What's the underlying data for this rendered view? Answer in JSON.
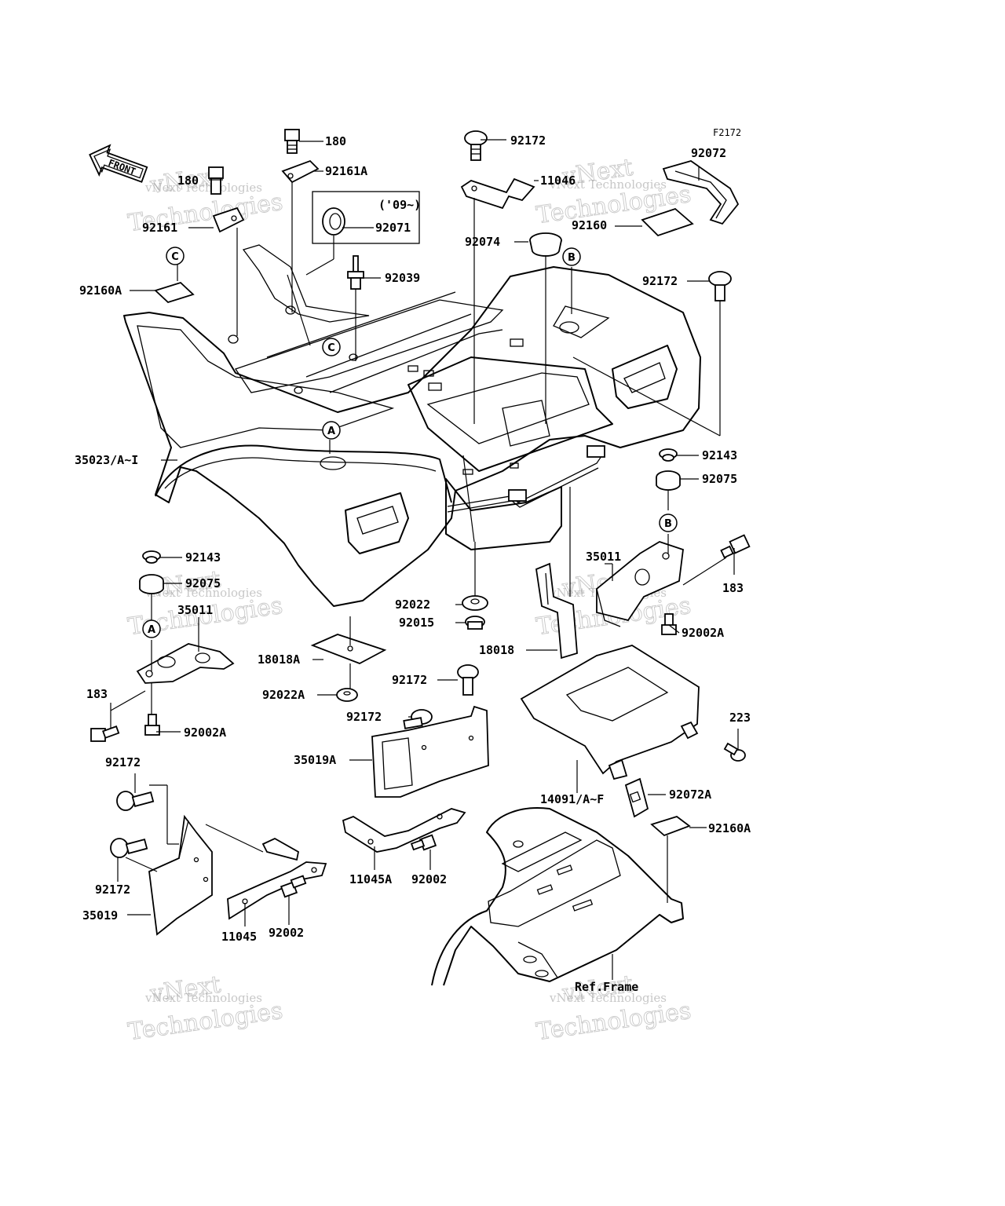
{
  "figure_code": "F2172",
  "front_label": "FRONT",
  "variant_note": "('09~)",
  "callouts": {
    "c180a": "180",
    "c92161A": "92161A",
    "c92172a": "92172",
    "c92072": "92072",
    "c180b": "180",
    "c92161": "92161",
    "c92071": "92071",
    "c11046": "11046",
    "c92160": "92160",
    "c92074": "92074",
    "c92039": "92039",
    "c92160A_a": "92160A",
    "c92172b": "92172",
    "c35023": "35023/A~I",
    "c92143a": "92143",
    "c92075a": "92075",
    "c92143b": "92143",
    "c92075b": "92075",
    "c35011a": "35011",
    "c35011b": "35011",
    "c183a": "183",
    "c92022": "92022",
    "c92015": "92015",
    "c92002A_a": "92002A",
    "c18018": "18018",
    "c18018A": "18018A",
    "c183b": "183",
    "c92022A": "92022A",
    "c92172c": "92172",
    "c92002A_b": "92002A",
    "c92172d": "92172",
    "c223": "223",
    "c35019A": "35019A",
    "c92172e": "92172",
    "c14091": "14091/A~F",
    "c92072A": "92072A",
    "c92160A_b": "92160A",
    "c11045A": "11045A",
    "c92002a": "92002",
    "c92172f": "92172",
    "c35019": "35019",
    "c11045": "11045",
    "c92002b": "92002",
    "cRefFrame": "Ref.Frame"
  },
  "reference_marks": {
    "markA_top": "A",
    "markA_bottom": "A",
    "markB_top": "B",
    "markB_bottom": "B",
    "markC_top": "C",
    "markC_mid": "C"
  },
  "watermark": {
    "brand_line": "vNext Technologies",
    "big_line_1": "vNext",
    "big_line_2": "Technologies"
  }
}
